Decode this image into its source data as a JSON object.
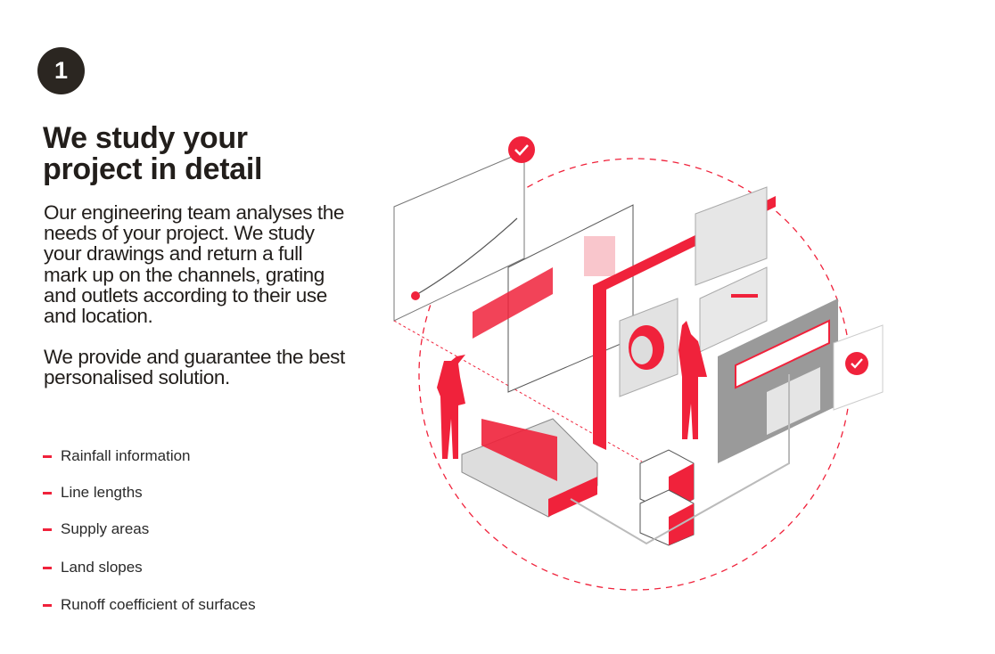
{
  "step_number": "1",
  "title_lines": [
    "We study your",
    "project in detail"
  ],
  "body": {
    "paragraph_1": "Our engineering team analyses the needs of your project. We study your drawings and return a full mark up on the channels, grating and outlets according to their use and location.",
    "paragraph_2": "We provide and guarantee the best personalised solution."
  },
  "list_items": [
    "Rainfall information",
    "Line lengths",
    "Supply areas",
    "Land slopes",
    "Runoff coefficient of surfaces"
  ],
  "colors": {
    "accent": "#f0223b",
    "dark": "#2b2621",
    "gray": "#c9c9c9"
  }
}
